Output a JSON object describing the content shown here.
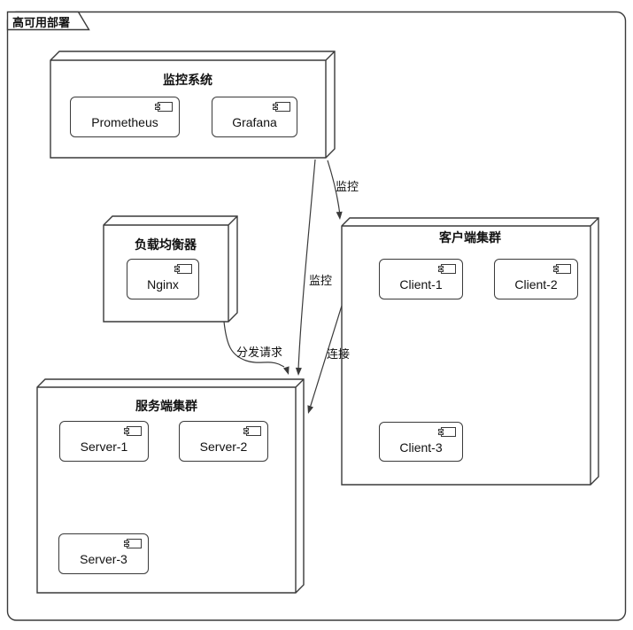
{
  "frame": {
    "title": "高可用部署"
  },
  "nodes": [
    {
      "title": "监控系统",
      "components": [
        {
          "label": "Prometheus"
        },
        {
          "label": "Grafana"
        }
      ]
    },
    {
      "title": "负载均衡器",
      "components": [
        {
          "label": "Nginx"
        }
      ]
    },
    {
      "title": "客户端集群",
      "components": [
        {
          "label": "Client-1"
        },
        {
          "label": "Client-2"
        },
        {
          "label": "Client-3"
        }
      ]
    },
    {
      "title": "服务端集群",
      "components": [
        {
          "label": "Server-1"
        },
        {
          "label": "Server-2"
        },
        {
          "label": "Server-3"
        }
      ]
    }
  ],
  "edges": [
    {
      "from": "监控系统",
      "to": "客户端集群",
      "label": "监控"
    },
    {
      "from": "监控系统",
      "to": "服务端集群",
      "label": "监控"
    },
    {
      "from": "负载均衡器",
      "to": "服务端集群",
      "label": "分发请求"
    },
    {
      "from": "客户端集群",
      "to": "服务端集群",
      "label": "连接"
    }
  ],
  "colors": {
    "line": "#3a3a3a",
    "text": "#111111",
    "fill": "#ffffff"
  }
}
